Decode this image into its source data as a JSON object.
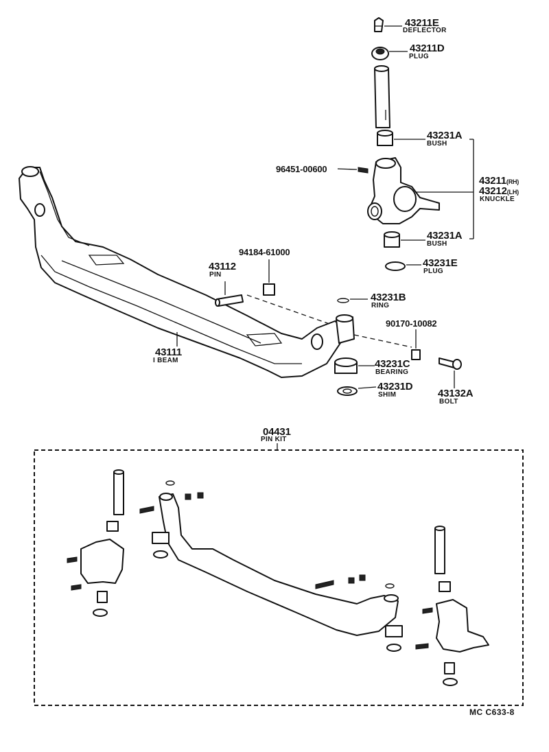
{
  "parts": {
    "p43211E": {
      "number": "43211E",
      "name": "DEFLECTOR"
    },
    "p43211D": {
      "number": "43211D",
      "name": "PLUG"
    },
    "p43231A_top": {
      "number": "43231A",
      "name": "BUSH"
    },
    "p96451": {
      "number": "96451-00600"
    },
    "p43211": {
      "number": "43211",
      "side": "(RH)"
    },
    "p43212": {
      "number": "43212",
      "side": "(LH)",
      "name": "KNUCKLE"
    },
    "p43231A_bot": {
      "number": "43231A",
      "name": "BUSH"
    },
    "p43231E": {
      "number": "43231E",
      "name": "PLUG"
    },
    "p94184": {
      "number": "94184-61000"
    },
    "p43112": {
      "number": "43112",
      "name": "PIN"
    },
    "p43231B": {
      "number": "43231B",
      "name": "RING"
    },
    "p90170": {
      "number": "90170-10082"
    },
    "p43231C": {
      "number": "43231C",
      "name": "BEARING"
    },
    "p43111": {
      "number": "43111",
      "name": "I BEAM"
    },
    "p43231D": {
      "number": "43231D",
      "name": "SHIM"
    },
    "p43132A": {
      "number": "43132A",
      "name": "BOLT"
    },
    "p04431": {
      "number": "04431",
      "name": "PIN KIT"
    }
  },
  "diagram_code": "MC  C633-8"
}
